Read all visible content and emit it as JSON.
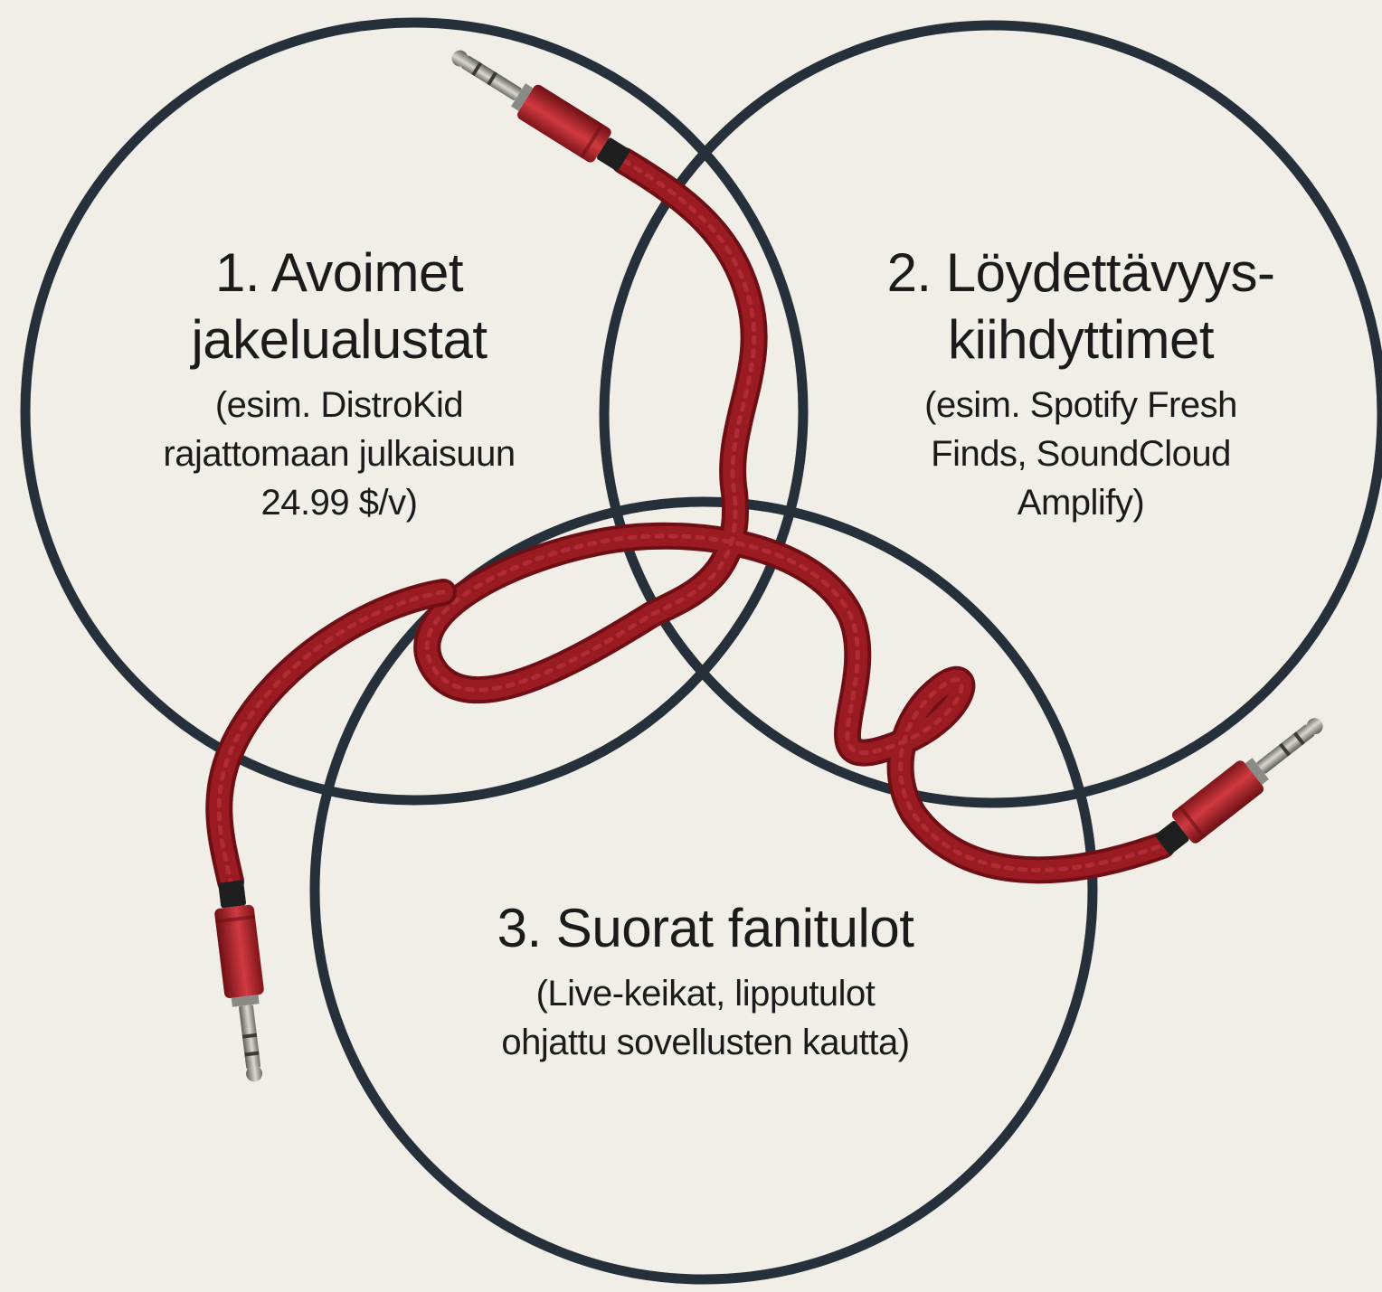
{
  "circles": [
    {
      "title_lines": [
        "1. Avoimet",
        "jakelualustat"
      ],
      "desc_lines": [
        "(esim. DistroKid",
        "rajattomaan julkaisuun",
        "24.99 $/v)"
      ]
    },
    {
      "title_lines": [
        "2. Löydettävyys-",
        "kiihdyttimet"
      ],
      "desc_lines": [
        "(esim. Spotify Fresh",
        "Finds, SoundCloud",
        "Amplify)"
      ]
    },
    {
      "title_lines": [
        "3. Suorat fanitulot"
      ],
      "desc_lines": [
        "(Live-keikat, lipputulot",
        "ohjattu sovellusten kautta)"
      ]
    }
  ],
  "colors": {
    "background": "#f1eee7",
    "circle_stroke": "#26303a",
    "cable": "#9a1b22",
    "plug_body": "#b52830",
    "plug_tip": "#9a9890"
  },
  "icons": [
    "audio-cable-icon",
    "jack-plug-icon"
  ]
}
